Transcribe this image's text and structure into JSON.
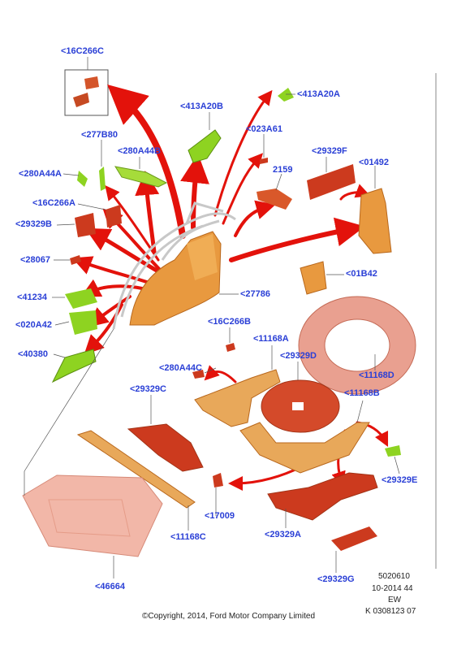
{
  "callouts": {
    "c16C266C": "<16C266C",
    "c413A20B": "<413A20B",
    "c413A20A": "<413A20A",
    "c277B80": "<277B80",
    "c280A44B": "<280A44B",
    "c023A61": "<023A61",
    "c280A44A": "<280A44A",
    "c29329F": "<29329F",
    "c01492": "<01492",
    "c2159": "2159",
    "c16C266A": "<16C266A",
    "c29329B": "<29329B",
    "c28067": "<28067",
    "c01B42": "<01B42",
    "c41234": "<41234",
    "c27786": "<27786",
    "c020A42": "<020A42",
    "c16C266B": "<16C266B",
    "c11168A": "<11168A",
    "c40380": "<40380",
    "c29329D": "<29329D",
    "c11168D": "<11168D",
    "c280A44C": "<280A44C",
    "c29329C": "<29329C",
    "c11168B": "<11168B",
    "c29329E": "<29329E",
    "c17009": "<17009",
    "c11168C": "<11168C",
    "c29329A": "<29329A",
    "c29329G": "<29329G",
    "c46664": "<46664"
  },
  "meta": {
    "code": "5020610",
    "date": "10-2014 44",
    "initials": "EW",
    "ref": "K 0308123 07"
  },
  "copyright": "©Copyright, 2014, Ford Motor Company Limited",
  "colors": {
    "callout_text": "#2a3fd6",
    "arrow_red": "#e3120b",
    "part_orange": "#e89a45",
    "part_red": "#cc3a1e",
    "part_green": "#8ed321",
    "part_pink": "#e9a090"
  }
}
